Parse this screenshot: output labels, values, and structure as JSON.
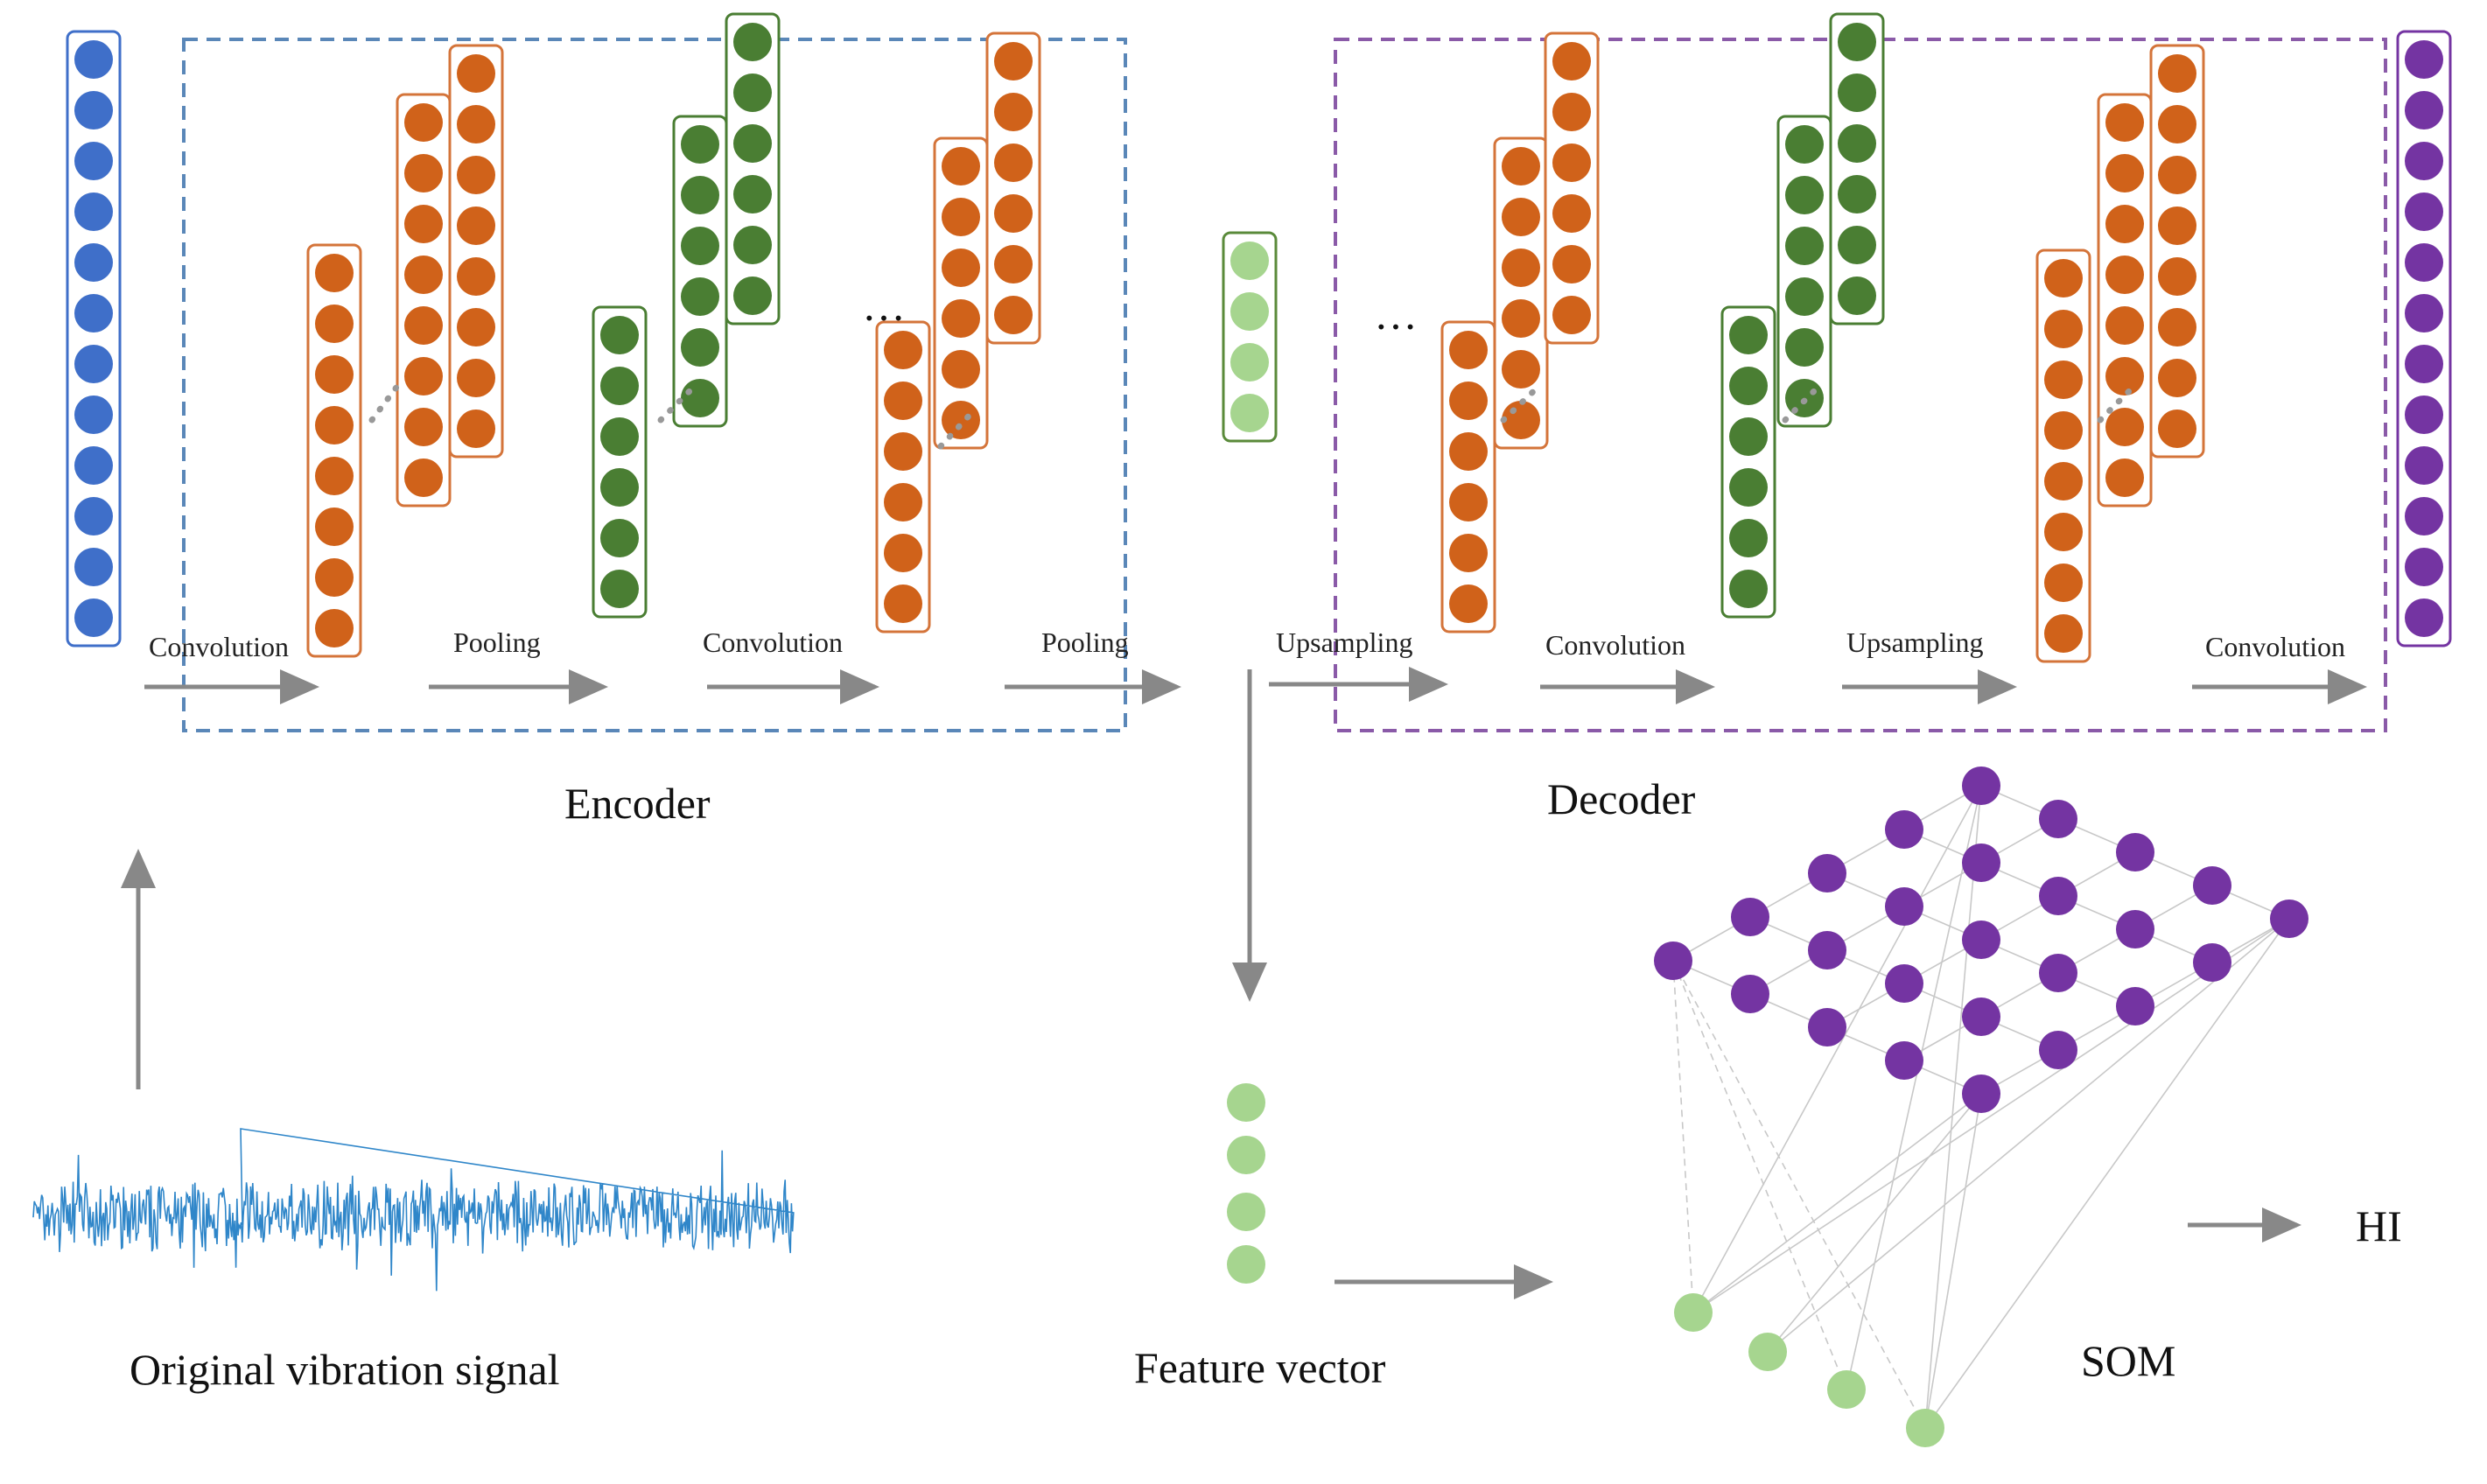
{
  "diagram": {
    "stage_labels": {
      "encoder_conv1": "Convolution",
      "encoder_pool1": "Pooling",
      "encoder_conv2": "Convolution",
      "encoder_pool2": "Pooling",
      "decoder_up1": "Upsampling",
      "decoder_conv1": "Convolution",
      "decoder_up2": "Upsampling",
      "decoder_conv2": "Convolution"
    },
    "encoder_label": "Encoder",
    "decoder_label": "Decoder",
    "signal_label": "Original vibration signal",
    "feature_label": "Feature vector",
    "som_label": "SOM",
    "output_label": "HI",
    "ellipsis": "···"
  },
  "colors": {
    "input_blue": "#3f6fc9",
    "orange": "#d0621a",
    "orange_border": "#d4743a",
    "green_dark": "#4a7e33",
    "green_light": "#a6d58f",
    "purple": "#7434a2",
    "encoder_box": "#5a87b8",
    "decoder_box": "#8a5aa8",
    "arrow": "#888888",
    "signal": "#2f86c9"
  }
}
